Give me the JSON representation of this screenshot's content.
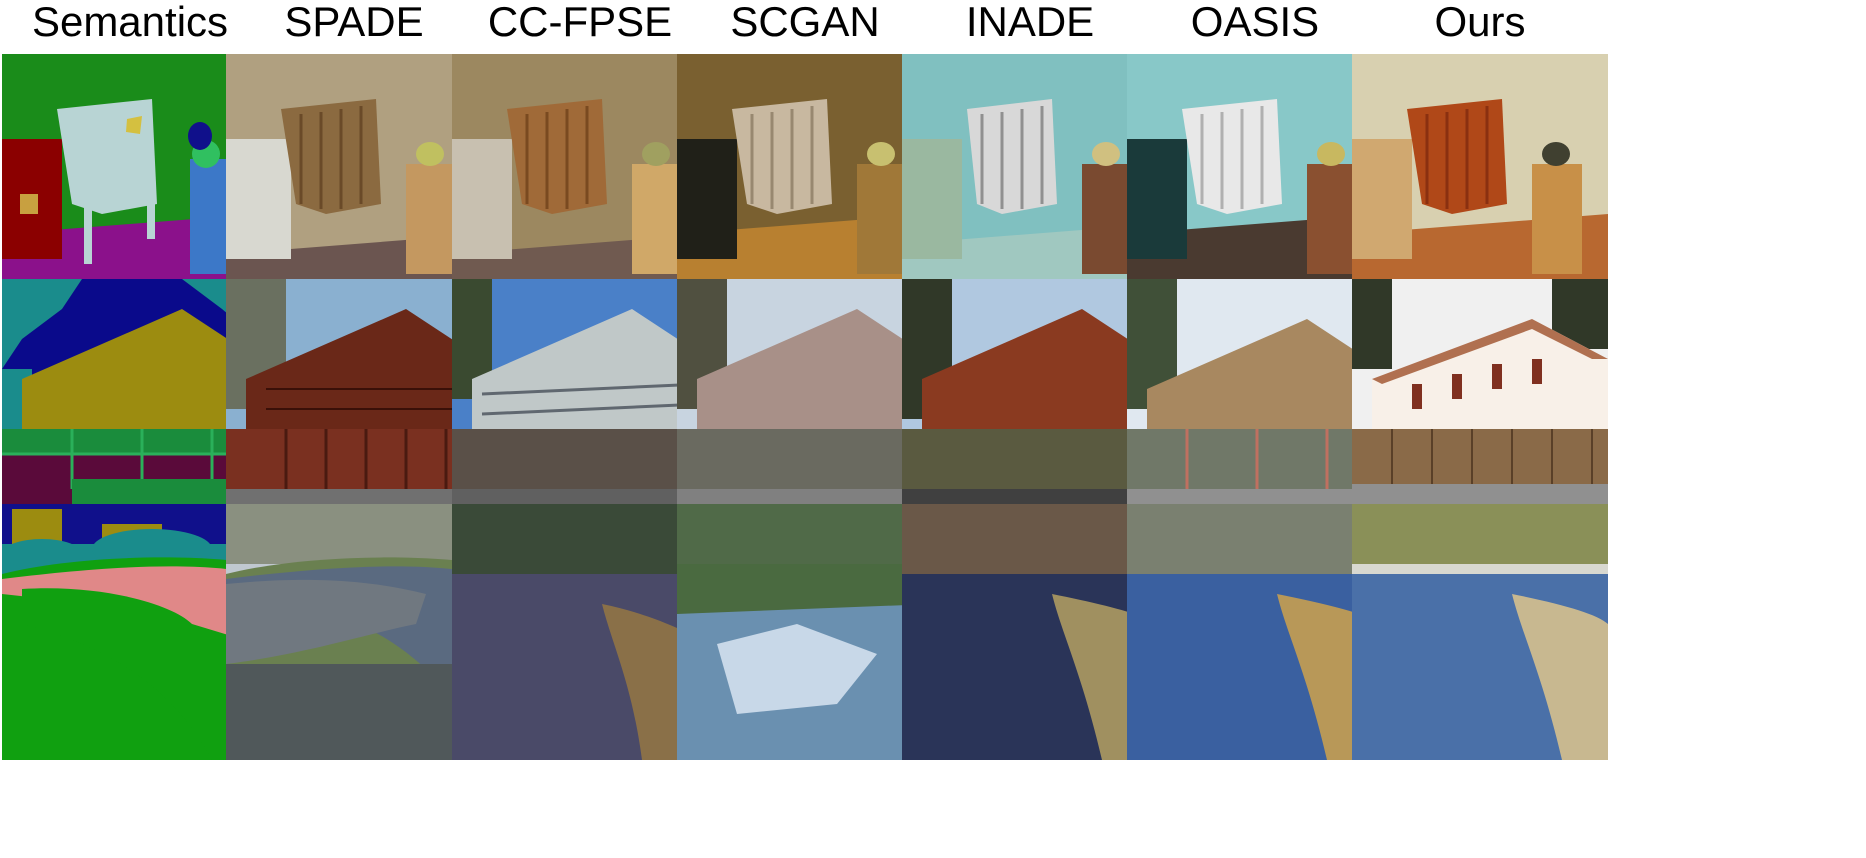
{
  "columns": [
    "Semantics",
    "SPADE",
    "CC-FPSE",
    "SCGAN",
    "INADE",
    "OASIS",
    "Ours"
  ],
  "rows": [
    {
      "scene": "bedroom with crib"
    },
    {
      "scene": "building with fence"
    },
    {
      "scene": "park with pond"
    }
  ]
}
